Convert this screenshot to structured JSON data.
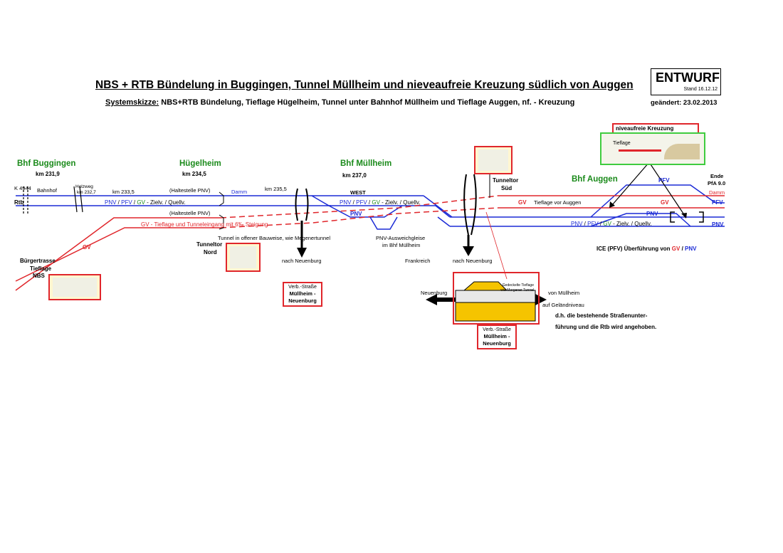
{
  "header": {
    "title": "NBS + RTB Bündelung in Buggingen, Tunnel Müllheim und nieveaufreie Kreuzung südlich von Auggen",
    "subtitle_prefix": "Systemskizze:",
    "subtitle": " NBS+RTB Bündelung, Tieflage Hügelheim, Tunnel unter Bahnhof Müllheim und Tieflage Auggen, nf. - Kreuzung",
    "entwurf": "ENTWURF",
    "stand": "Stand 16.12.12",
    "changed": "geändert: 23.02.2013"
  },
  "stations": {
    "buggingen": "Bhf Buggingen",
    "buggingen_km": "km 231,9",
    "huegelheim": "Hügelheim",
    "huegelheim_km": "km 234,5",
    "muellheim": "Bhf Müllheim",
    "muellheim_km": "km 237,0",
    "auggen": "Bhf Auggen"
  },
  "labels": {
    "k4944": "K 4944",
    "bahnhof": "Bahnhof",
    "holzweg": "Holzweg",
    "holzweg_km": "km 232,7",
    "km2335": "km 233,5",
    "km2355": "km 235,5",
    "haltestelle1": "(Haltestelle PNV)",
    "haltestelle2": "(Haltestelle PNV)",
    "damm1": "Damm",
    "damm2": "Damm",
    "west": "WEST",
    "rtb": "Rtb",
    "gv_diag": "GV",
    "tunnel_offen": "Tunnel in offener Bauweise, wie Megenertunnel",
    "tunneltor_nord_1": "Tunneltor",
    "tunneltor_nord_2": "Nord",
    "tunneltor_sued_1": "Tunneltor",
    "tunneltor_sued_2": "Süd",
    "buergertrasse_1": "Bürgertrasse",
    "buergertrasse_2": "Tieflage",
    "buergertrasse_3": "NBS",
    "nach_neuenburg_1": "nach Neuenburg",
    "nach_neuenburg_2": "nach Neuenburg",
    "frankreich": "Frankreich",
    "pnv_ausweich_1": "PNV-Ausweichgleise",
    "pnv_ausweich_2": "im Bhf Müllheim",
    "pnv_mid": "PNV",
    "pfv_auggen": "PFV",
    "pnv_auggen": "PNV",
    "gv_auggen": "GV",
    "pfv_right": "PFV",
    "pnv_right": "PNV",
    "tieflage_auggen": "Tieflage vor Auggen",
    "gv_auggen_left": "GV",
    "ende_1": "Ende",
    "ende_2": "PfA 9.0",
    "ice_prefix": "ICE (PFV) Überführung von ",
    "ice_gv": "GV",
    "ice_sep": " / ",
    "ice_pnv": "PNV",
    "neuenburg_arrow": "Neuenburg",
    "von_muellheim": "von Müllheim",
    "gelaende": "auf Geländniveau",
    "dh1": "d.h. die bestehende Straßenunter-",
    "dh2": "führung und die Rtb wird angehoben.",
    "tieflage_box": "Tieflage",
    "gedeckelte": "Gedeckelte Tieflage",
    "gedeckelte2": "wie Morgener Tunnel"
  },
  "track_labels": {
    "line1_pnv": "PNV",
    "line1_pfv": "PFV",
    "line1_gv": "GV",
    "line1_rest": " - Zielv. / Quellv.",
    "line2_pnv": "PNV",
    "line2_pfv": "PFV",
    "line2_gv": "GV",
    "line2_rest": " - Zielv. / Quellv.",
    "line3_pnv": "PNV",
    "line3_pfv": "PFV",
    "line3_gv": "GV",
    "line3_rest": " - Zielv. / Quellv.",
    "gv_tief": "GV - Tieflage   und    Tunneleingang mit 6‰ Steigung"
  },
  "boxes": {
    "niveaufreie": "niveaufreie Kreuzung",
    "verb1_a": "Verb.-Straße",
    "verb1_b": "Müllheim -",
    "verb1_c": "Neuenburg",
    "verb2_a": "Verb.-Straße",
    "verb2_b": "Müllheim -",
    "verb2_c": "Neuenburg"
  },
  "colors": {
    "red": "#e0262b",
    "blue": "#1c2bd6",
    "green": "#1a8a1a",
    "black": "#000000",
    "yellow": "#f5c400"
  }
}
